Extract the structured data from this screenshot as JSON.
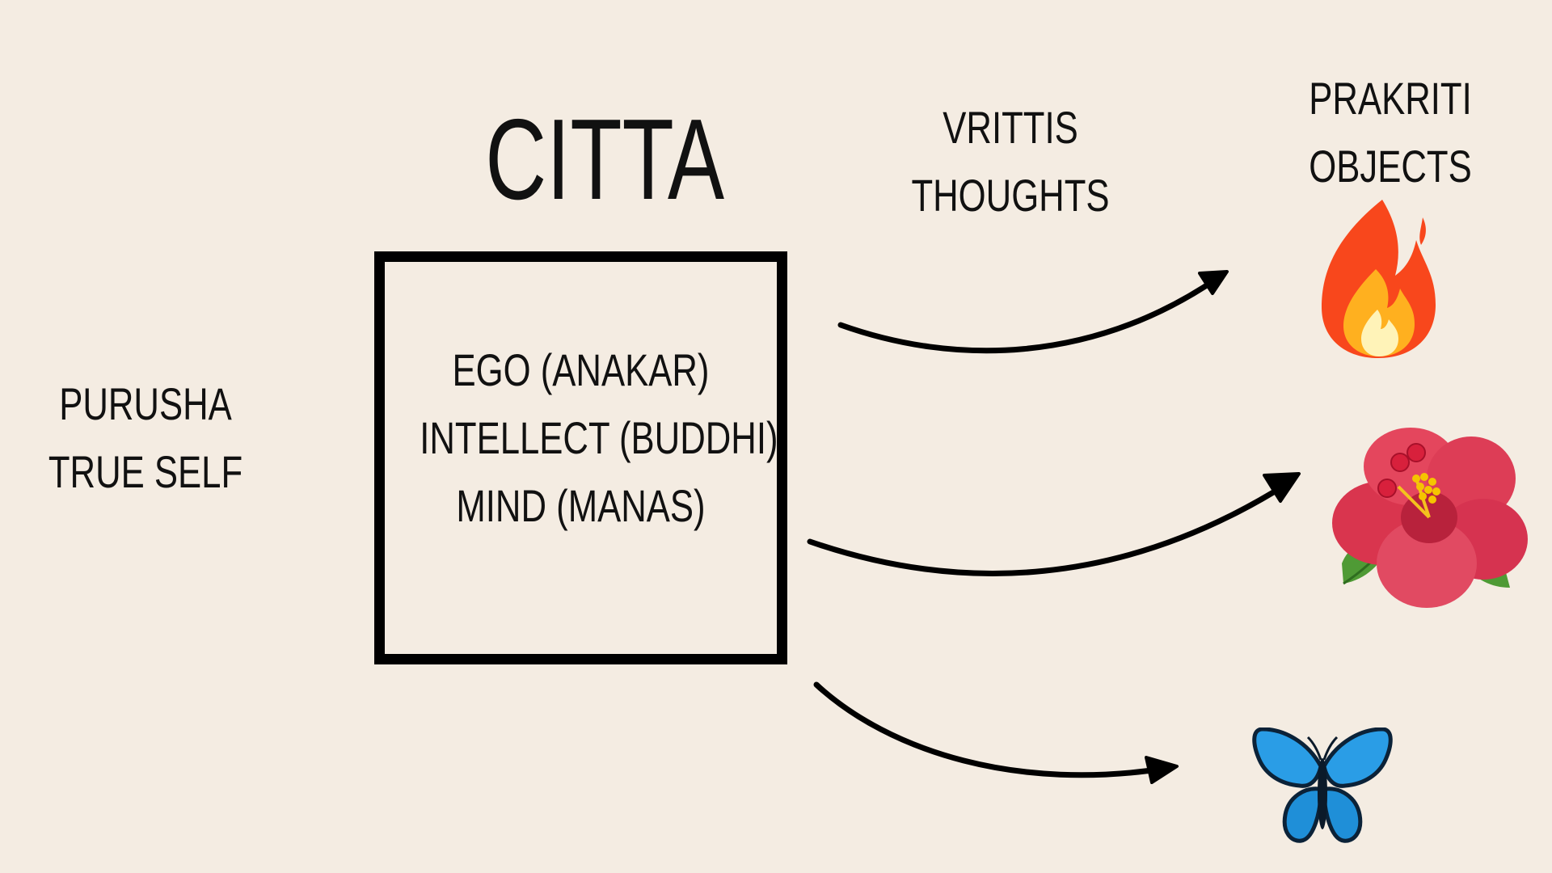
{
  "diagram": {
    "title": "CITTA",
    "left_label": [
      "PURUSHA",
      "TRUE SELF"
    ],
    "middle_label": [
      "VRITTIS",
      "THOUGHTS"
    ],
    "right_label": [
      "PRAKRITI",
      "OBJECTS"
    ],
    "box_contents": [
      "EGO (ANAKAR)",
      "INTELLECT (BUDDHI)",
      "MIND (MANAS)"
    ],
    "objects": [
      "fire-icon",
      "hibiscus-flower-icon",
      "butterfly-icon"
    ],
    "colors": {
      "background": "#f4ece2",
      "ink": "#000000",
      "fire": "#ff5a1f",
      "flower": "#e4405a",
      "butterfly": "#2a9de6"
    }
  }
}
